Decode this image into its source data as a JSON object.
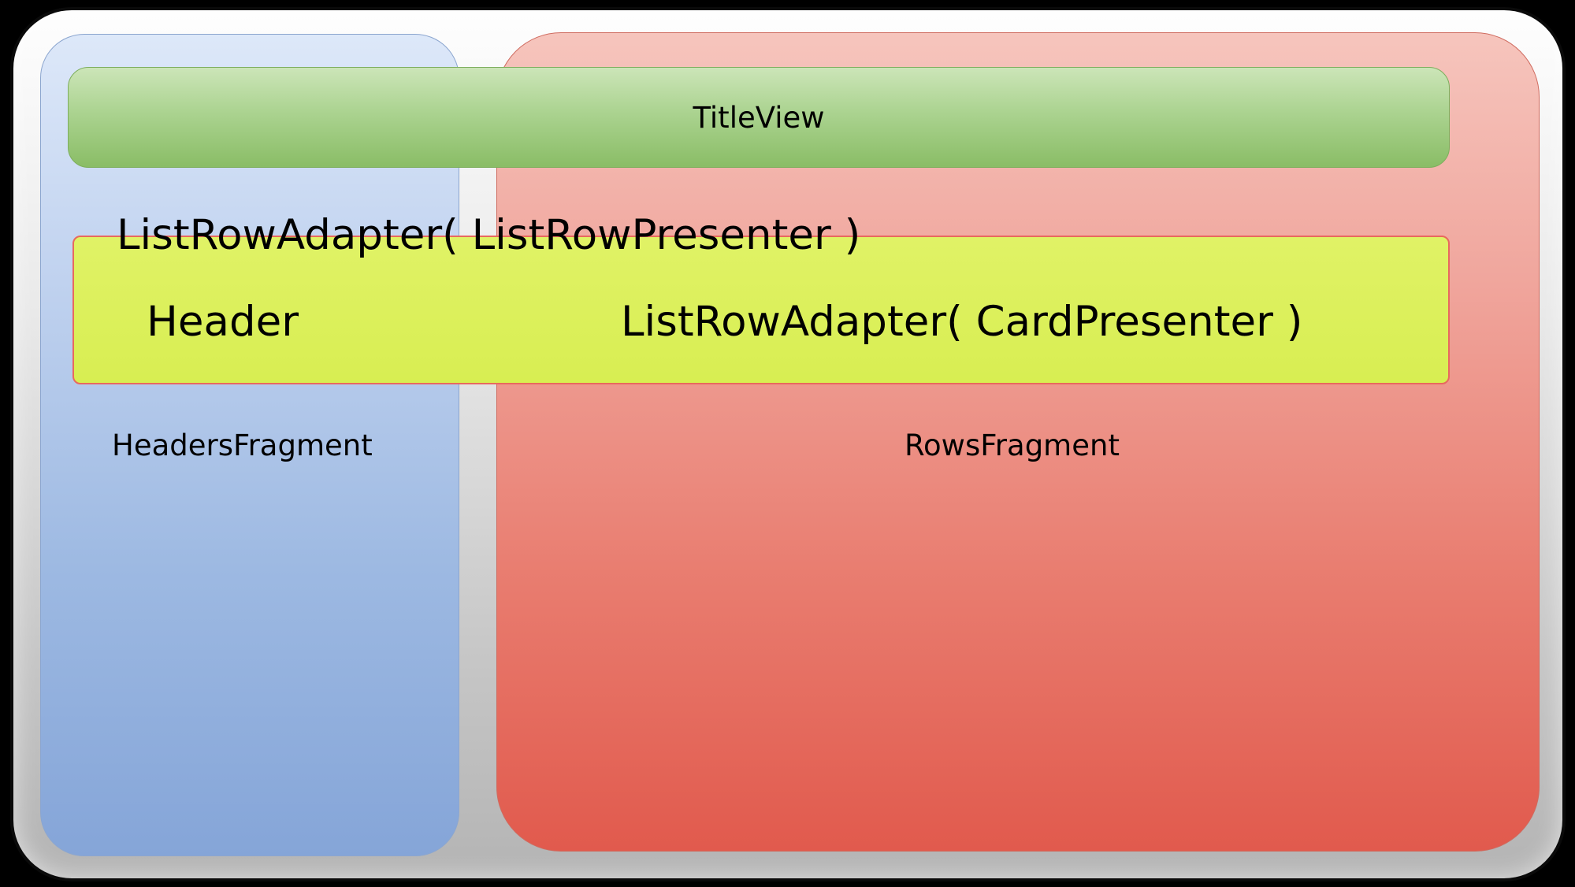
{
  "diagram": {
    "labels": {
      "title_view": "TitleView",
      "list_row_presenter": "ListRowAdapter( ListRowPresenter )",
      "header": "Header",
      "card_presenter": "ListRowAdapter( CardPresenter )",
      "headers_fragment": "HeadersFragment",
      "rows_fragment": "RowsFragment"
    },
    "colors": {
      "background": "#000000",
      "outer_panel_gray": "#c6c6c6",
      "headers_box_blue": "#85a5d8",
      "rows_box_red": "#e15a4d",
      "title_bar_green": "#8abd66",
      "adapter_bar_yellow": "#d8ee52",
      "adapter_bar_border_red": "#e8695e",
      "text": "#000000"
    }
  }
}
